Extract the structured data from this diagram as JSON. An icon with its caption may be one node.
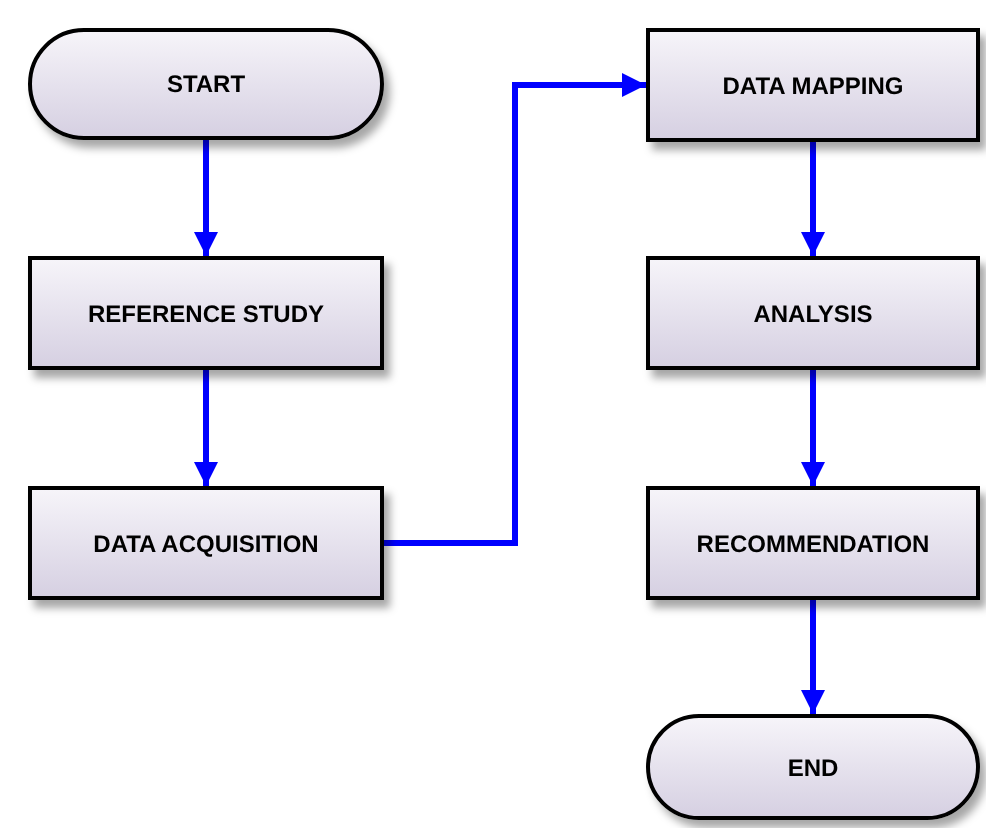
{
  "diagram": {
    "nodes": [
      {
        "text": [
          "START"
        ]
      },
      {
        "text": [
          "REFERENCE STUDY"
        ]
      },
      {
        "text": [
          "DATA ACQUISITION"
        ]
      },
      {
        "text": [
          "DATA MAPPING"
        ]
      },
      {
        "text": [
          "ANALYSIS"
        ]
      },
      {
        "text": [
          "RECOMMENDATION"
        ]
      },
      {
        "text": [
          "END"
        ]
      }
    ],
    "edges": [
      {
        "from": 0,
        "to": 1,
        "arrow": "to"
      },
      {
        "from": 1,
        "to": 2,
        "arrow": "to"
      },
      {
        "from": 2,
        "to": 3,
        "arrow": "to"
      },
      {
        "from": 3,
        "to": 4,
        "arrow": "to"
      },
      {
        "from": 4,
        "to": 5,
        "arrow": "to"
      },
      {
        "from": 5,
        "to": 6,
        "arrow": "to"
      }
    ]
  }
}
